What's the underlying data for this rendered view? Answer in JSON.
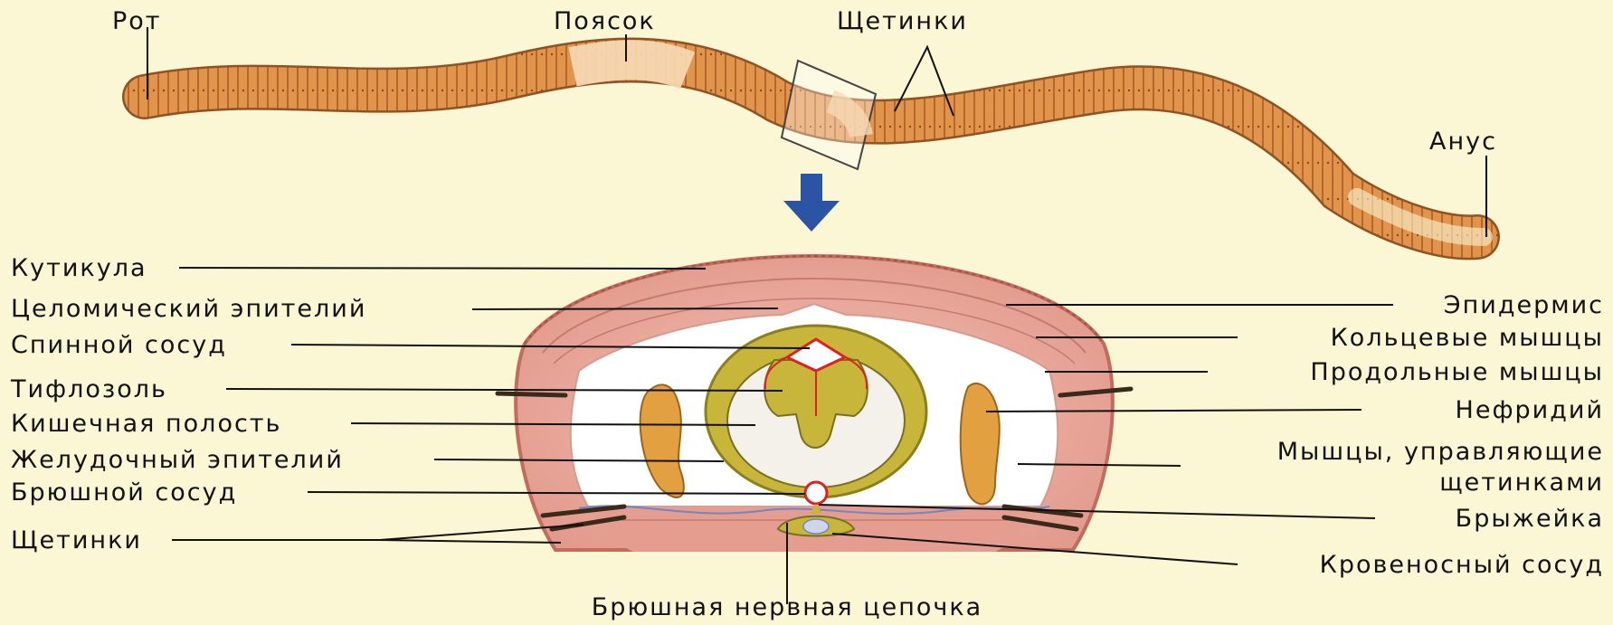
{
  "worm_labels": {
    "mouth": "Рот",
    "clitellum": "Поясок",
    "setae": "Щетинки",
    "anus": "Анус"
  },
  "left_labels": [
    "Кутикула",
    "Целомический эпителий",
    "Спинной сосуд",
    "Тифлозоль",
    "Кишечная полость",
    "Желудочный эпителий",
    "Брюшной сосуд",
    "Щетинки"
  ],
  "right_labels": [
    "Эпидермис",
    "Кольцевые мышцы",
    "Продольные мышцы",
    "Нефридий",
    "Мышцы, управляющие",
    "щетинками",
    "Брыжейка",
    "Кровеносный сосуд"
  ],
  "bottom_label": "Брюшная нервная цепочка",
  "colors": {
    "background": "#fbf7d4",
    "worm_body": "#e0944c",
    "clitellum": "#f6d9b4",
    "muscle": "#e6a49a",
    "intestine": "#c8b63a",
    "vessel": "#e02020",
    "nephridium": "#e3a040",
    "arrow": "#2b55a4"
  }
}
